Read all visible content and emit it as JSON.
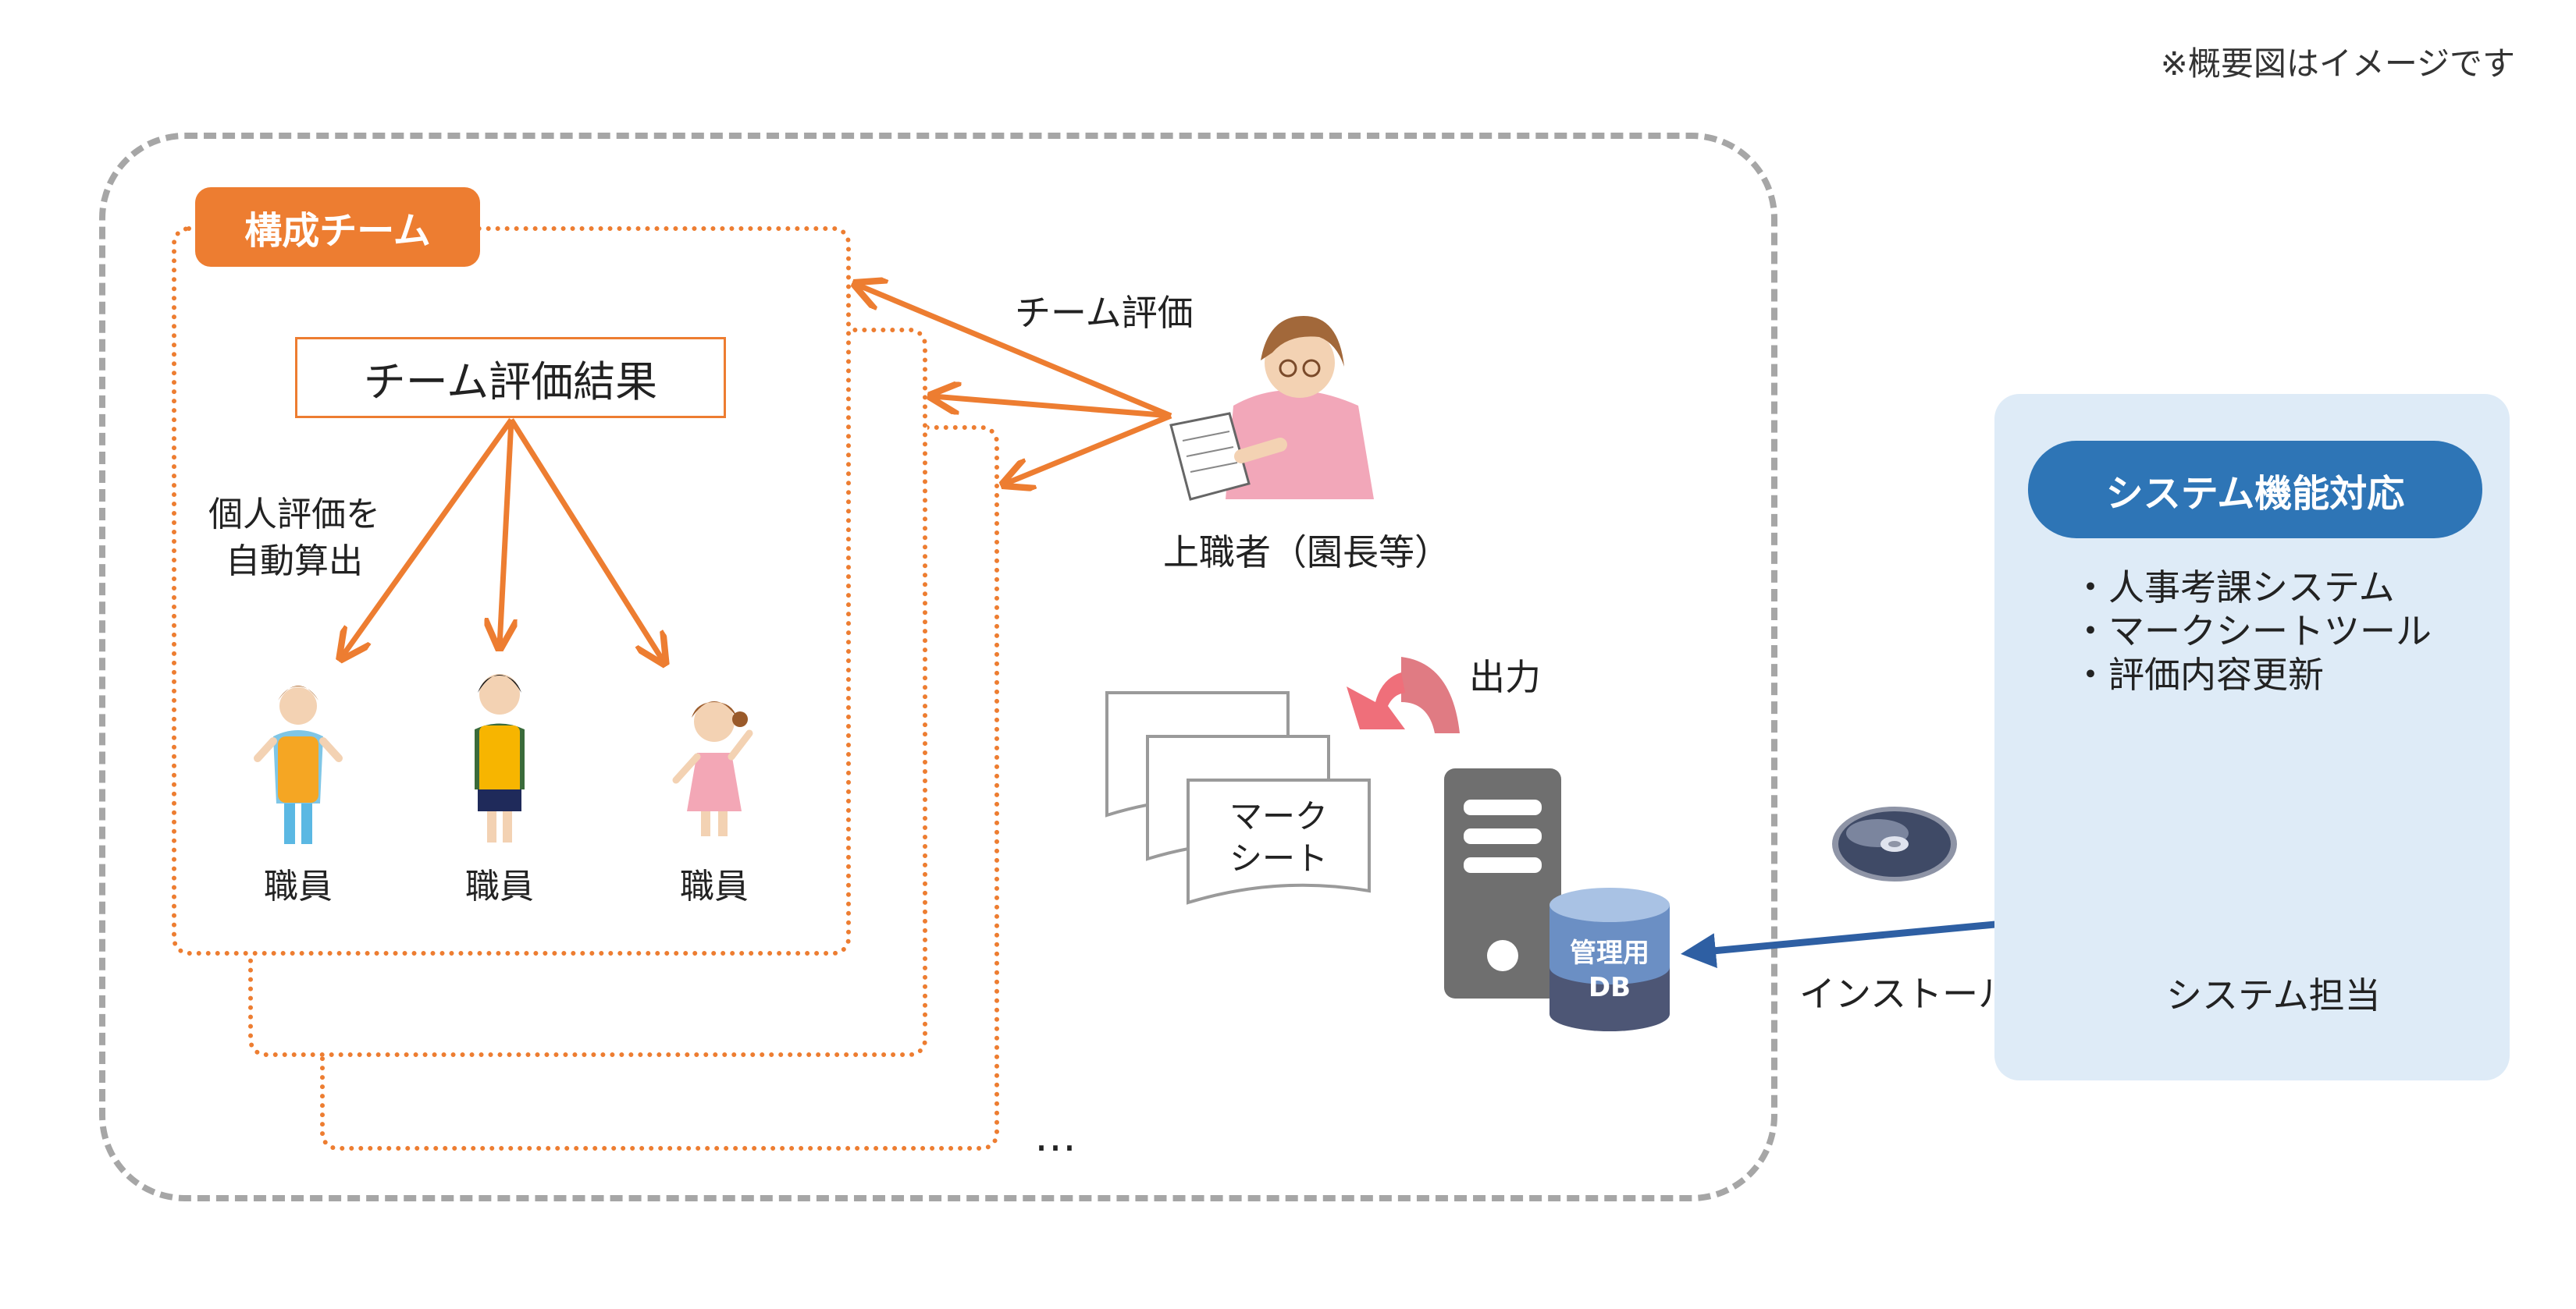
{
  "note": "※概要図はイメージです",
  "team": {
    "label": "構成チーム",
    "result": "チーム評価結果",
    "auto_calc": [
      "個人評価を",
      "自動算出"
    ],
    "staff": [
      "職員",
      "職員",
      "職員"
    ],
    "more": "…"
  },
  "supervisor": {
    "flow_label": "チーム評価",
    "role": "上職者（園長等）"
  },
  "output": {
    "label": "出力",
    "sheet": [
      "マーク",
      "シート"
    ]
  },
  "db": {
    "label": [
      "管理用",
      "DB"
    ]
  },
  "install": {
    "label": "インストール"
  },
  "system_panel": {
    "header": "システム機能対応",
    "features": [
      "・人事考課システム",
      "・マークシートツール",
      "・評価内容更新"
    ],
    "role": "システム担当"
  },
  "colors": {
    "orange": "#ed7d31",
    "blue_arrow": "#2e5fa3",
    "panel_bg": "#deebf7",
    "header_blue": "#2e75b6",
    "dashed_gray": "#a6a6a6"
  }
}
